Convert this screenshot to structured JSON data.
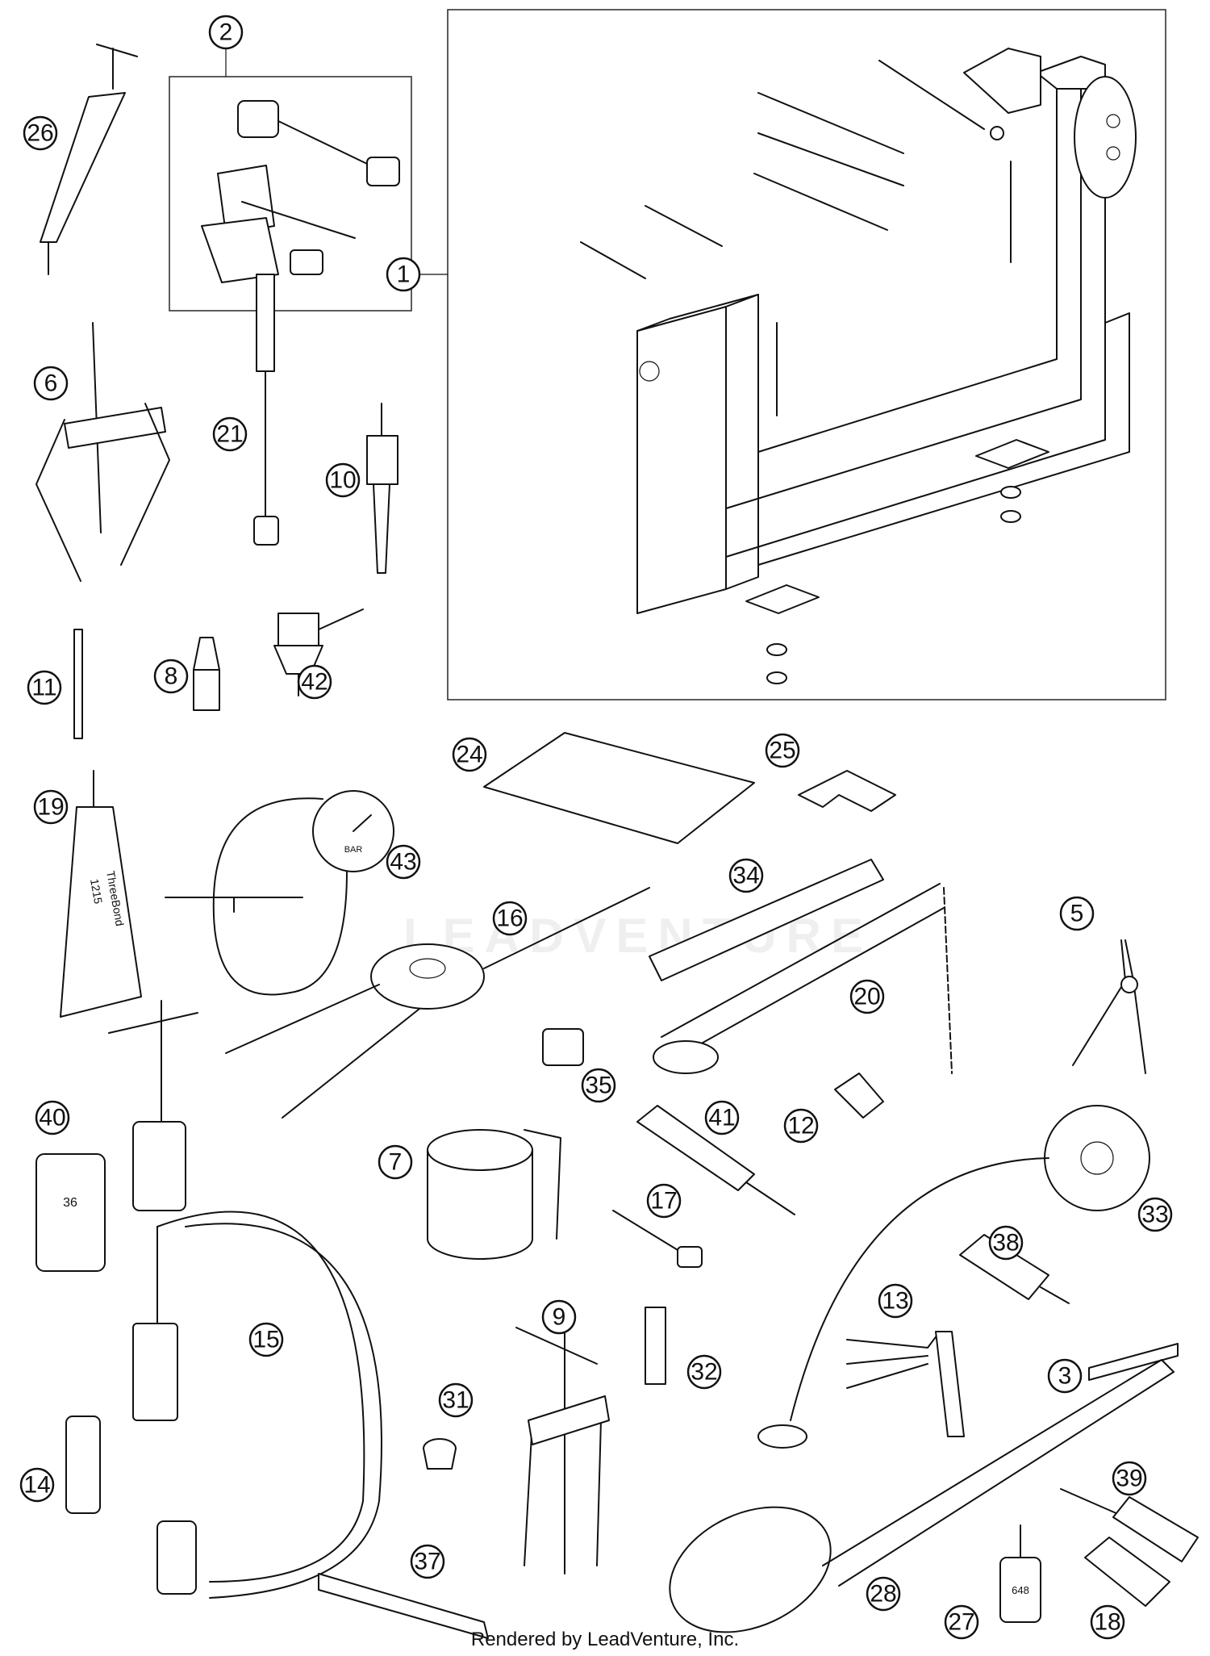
{
  "watermark": "LEADVENTURE",
  "footer": "Rendered by LeadVenture, Inc.",
  "product_labels": {
    "threebond_brand": "ThreeBond",
    "threebond_code": "1215",
    "socket_size": "36",
    "gauge_unit": "BAR",
    "loctite_code": "648"
  },
  "callouts": [
    "1",
    "2",
    "3",
    "5",
    "6",
    "7",
    "8",
    "9",
    "10",
    "11",
    "12",
    "13",
    "14",
    "15",
    "16",
    "17",
    "18",
    "19",
    "20",
    "21",
    "24",
    "25",
    "26",
    "27",
    "28",
    "31",
    "32",
    "33",
    "34",
    "35",
    "37",
    "38",
    "39",
    "40",
    "41",
    "42",
    "43"
  ],
  "colors": {
    "line": "#111111",
    "background": "#ffffff"
  }
}
